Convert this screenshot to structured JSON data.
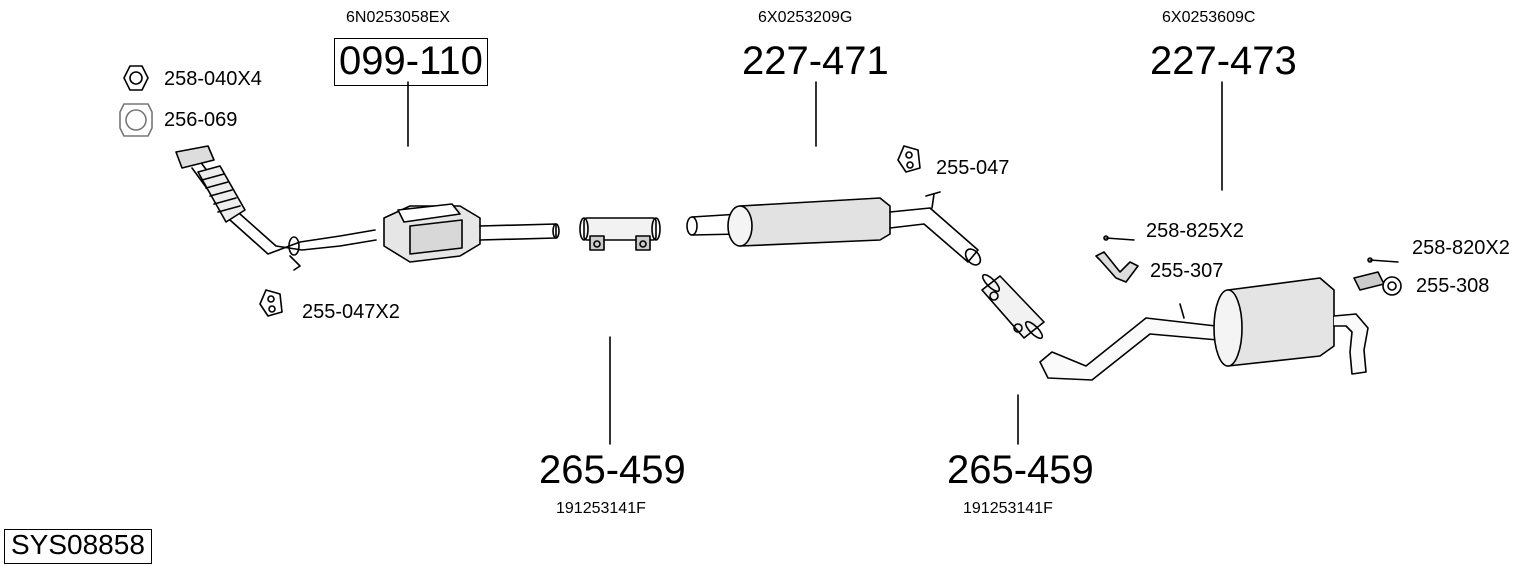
{
  "parts": {
    "catalytic_converter": {
      "number": "099-110",
      "oe": "6N0253058EX"
    },
    "centre_silencer": {
      "number": "227-471",
      "oe": "6X0253209G"
    },
    "rear_silencer": {
      "number": "227-473",
      "oe": "6X0253609C"
    },
    "clamp_front": {
      "number": "265-459",
      "oe": "191253141F"
    },
    "clamp_rear": {
      "number": "265-459",
      "oe": "191253141F"
    }
  },
  "small_parts": {
    "nut": "258-040X4",
    "gasket": "256-069",
    "rubber_mount_front": "255-047X2",
    "rubber_mount_mid": "255-047",
    "bolt_left": "258-825X2",
    "bracket_left": "255-307",
    "bolt_right": "258-820X2",
    "bracket_right": "255-308"
  },
  "system_code": "SYS08858"
}
